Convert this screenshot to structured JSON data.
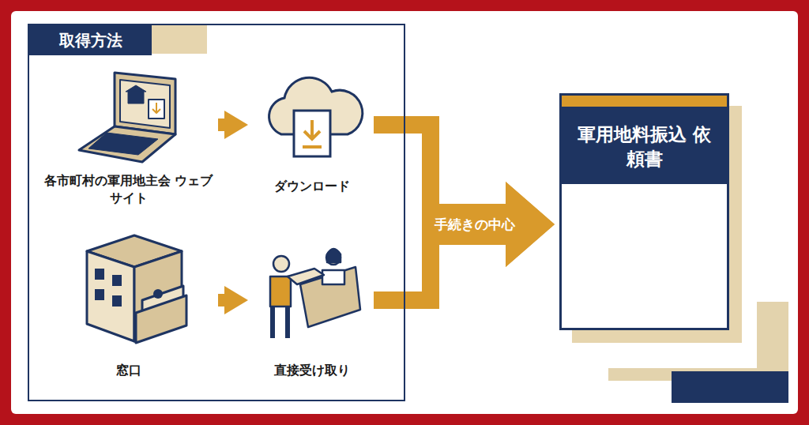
{
  "diagram": {
    "nodes": [
      {
        "text": [
          "取得方法"
        ]
      },
      {
        "text": [
          "各市町村の軍用地主会 ウェブサイト"
        ],
        "in": 0
      },
      {
        "text": [
          "ダウンロード"
        ],
        "in": 0
      },
      {
        "text": [
          "窓口"
        ],
        "in": 0
      },
      {
        "text": [
          "直接受け取り"
        ],
        "in": 0
      },
      {
        "text": [
          "軍用地料振込 依頼書"
        ]
      }
    ],
    "edges": [
      {
        "from": 1,
        "to": 2,
        "arrow": "to"
      },
      {
        "from": 3,
        "to": 4,
        "arrow": "to"
      },
      {
        "from": 2,
        "to": 5,
        "arrow": "to",
        "label": "手続きの中心"
      },
      {
        "from": 4,
        "to": 5,
        "arrow": "to"
      }
    ]
  }
}
